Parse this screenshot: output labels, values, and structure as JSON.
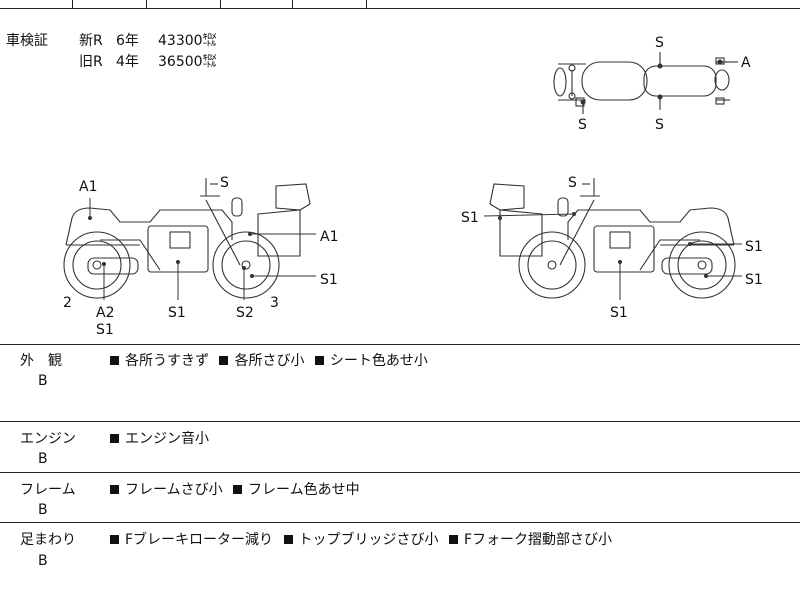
{
  "inspection": {
    "label": "車検証",
    "rows": [
      {
        "r": "新R",
        "years": "6年",
        "km": "43300㌖"
      },
      {
        "r": "旧R",
        "years": "4年",
        "km": "36500㌖"
      }
    ]
  },
  "diagram_markers": {
    "top_view": [
      "S",
      "S",
      "S",
      "A"
    ],
    "left_side": [
      "A1",
      "S",
      "A1",
      "S1",
      "S1",
      "S2",
      "2",
      "A2",
      "S1",
      "3"
    ],
    "right_side": [
      "S",
      "S1",
      "S1",
      "S1",
      "S1"
    ]
  },
  "sections": [
    {
      "label": "外　観",
      "grade": "B",
      "items": [
        "各所うすきず",
        "各所さび小",
        "シート色あせ小"
      ]
    },
    {
      "label": "エンジン",
      "grade": "B",
      "items": [
        "エンジン音小"
      ]
    },
    {
      "label": "フレーム",
      "grade": "B",
      "items": [
        "フレームさび小",
        "フレーム色あせ中"
      ]
    },
    {
      "label": "足まわり",
      "grade": "B",
      "items": [
        "Fブレーキローター減り",
        "トップブリッジさび小",
        "Fフォーク摺動部さび小"
      ]
    }
  ]
}
